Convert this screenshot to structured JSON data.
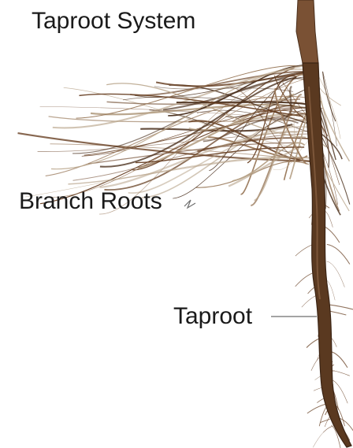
{
  "figure": {
    "title": "Taproot System",
    "labels": {
      "branch_roots": "Branch Roots",
      "taproot": "Taproot"
    }
  },
  "colors": {
    "root_dark": "#4a2f1c",
    "root_mid": "#6b4428",
    "root_light": "#9a7a5c",
    "fine_root": "#b8a48a",
    "leader_line": "#6e6e6e"
  }
}
